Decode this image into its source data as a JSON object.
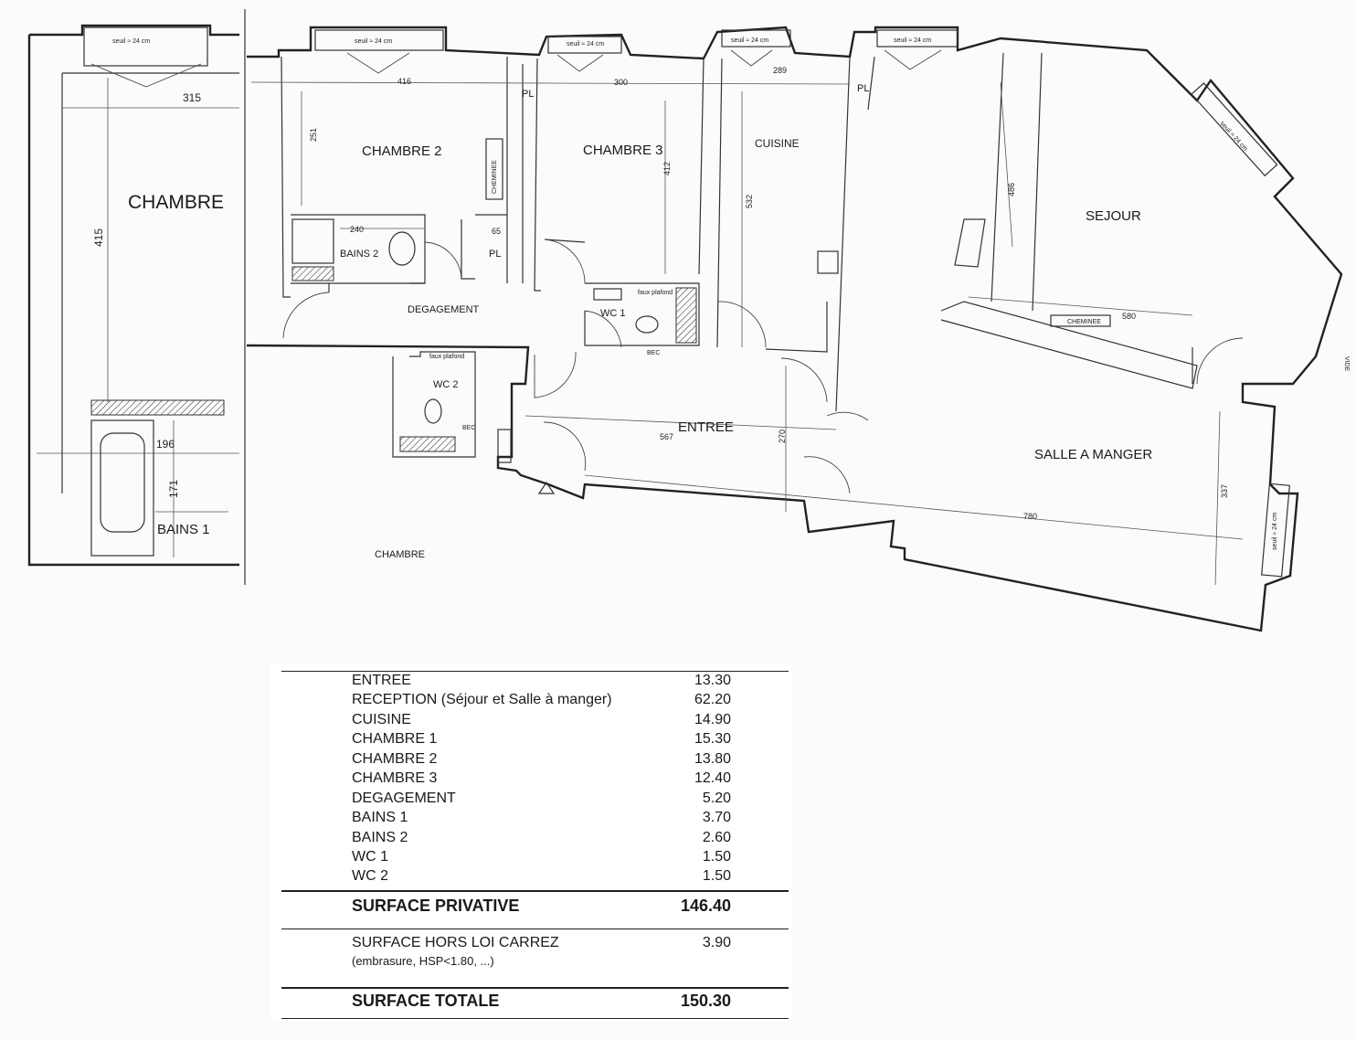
{
  "plan": {
    "rooms": {
      "chambre": "CHAMBRE",
      "chambre2": "CHAMBRE 2",
      "chambre3": "CHAMBRE 3",
      "cuisine": "CUISINE",
      "sejour": "SEJOUR",
      "bains2": "BAINS 2",
      "bains1": "BAINS 1",
      "degagement": "DEGAGEMENT",
      "wc1": "WC 1",
      "wc2": "WC 2",
      "entree": "ENTREE",
      "salle_a_manger": "SALLE A MANGER",
      "pl": "PL",
      "cheminee": "CHEMINEE",
      "bec": "BEC",
      "faux_plafond": "faux plafond",
      "chambre_partial": "CHAMBRE",
      "vide": "VIDE"
    },
    "seuil": "seuil ≈ 24 cm",
    "dimensions": {
      "d315": "315",
      "d415": "415",
      "d196": "196",
      "d171": "171",
      "d416": "416",
      "d300": "300",
      "d289": "289",
      "d251": "251",
      "d240": "240",
      "d412": "412",
      "d532": "532",
      "d65": "65",
      "d486": "486",
      "d580": "580",
      "d567": "567",
      "d270": "270",
      "d780": "780",
      "d337": "337"
    }
  },
  "surfaces": {
    "rows": [
      {
        "label": "ENTREE",
        "value": "13.30"
      },
      {
        "label": "RECEPTION (Séjour et Salle à manger)",
        "value": "62.20"
      },
      {
        "label": "CUISINE",
        "value": "14.90"
      },
      {
        "label": "CHAMBRE 1",
        "value": "15.30"
      },
      {
        "label": "CHAMBRE 2",
        "value": "13.80"
      },
      {
        "label": "CHAMBRE 3",
        "value": "12.40"
      },
      {
        "label": "DEGAGEMENT",
        "value": "5.20"
      },
      {
        "label": "BAINS 1",
        "value": "3.70"
      },
      {
        "label": "BAINS 2",
        "value": "2.60"
      },
      {
        "label": "WC 1",
        "value": "1.50"
      },
      {
        "label": "WC 2",
        "value": "1.50"
      }
    ],
    "privative": {
      "label": "SURFACE PRIVATIVE",
      "value": "146.40"
    },
    "hors_loi": {
      "label": "SURFACE HORS LOI CARREZ",
      "value": "3.90",
      "note": "(embrasure, HSP<1.80, ...)"
    },
    "totale": {
      "label": "SURFACE TOTALE",
      "value": "150.30"
    }
  }
}
